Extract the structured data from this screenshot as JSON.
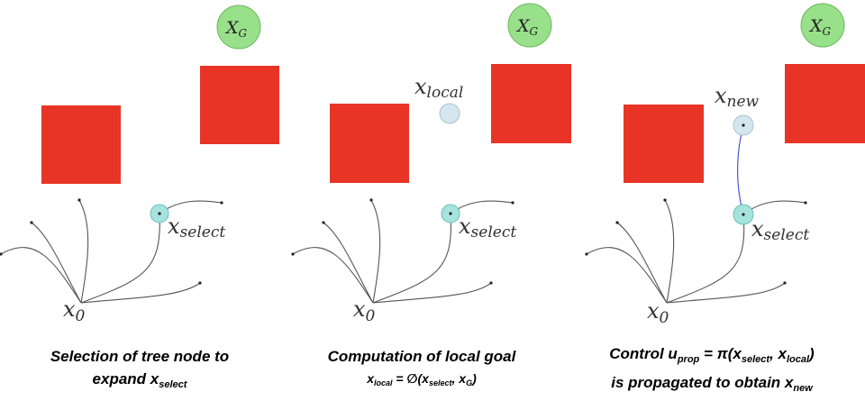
{
  "colors": {
    "obstacle": "#e83426",
    "goal": "#98e08a",
    "goal_stroke": "#6ab85c",
    "select_node": "#a7e3de",
    "select_stroke": "#66c0b8",
    "local_node": "#d4e6ee",
    "local_stroke": "#a9c3cf",
    "tree_edge": "#555555",
    "propagation_edge": "#4b55d6"
  },
  "panels": [
    {
      "goal_label": "X",
      "goal_sub": "G",
      "root_label": "x",
      "root_sub": "0",
      "select_label": "x",
      "select_sub": "select",
      "caption": {
        "line1": "Selection of tree node to",
        "line2_text": "expand x",
        "line2_sub": "select"
      }
    },
    {
      "goal_label": "X",
      "goal_sub": "G",
      "root_label": "x",
      "root_sub": "0",
      "select_label": "x",
      "select_sub": "select",
      "local_label": "x",
      "local_sub": "local",
      "caption": {
        "line1": "Computation of local goal",
        "eq_lhs": "x",
        "eq_lhs_sub": "local",
        "eq_mid": " = ∅(",
        "eq_a": "x",
        "eq_a_sub": "select",
        "eq_sep": ", ",
        "eq_b": "x",
        "eq_b_sub": "G",
        "eq_end": ")"
      }
    },
    {
      "goal_label": "X",
      "goal_sub": "G",
      "root_label": "x",
      "root_sub": "0",
      "select_label": "x",
      "select_sub": "select",
      "new_label": "x",
      "new_sub": "new",
      "caption": {
        "l1_a": "Control u",
        "l1_a_sub": "prop",
        "l1_b": " =  π(x",
        "l1_b_sub": "select",
        "l1_c": ", x",
        "l1_c_sub": "local",
        "l1_d": ")",
        "l2_a": "is propagated to obtain x",
        "l2_a_sub": "new"
      }
    }
  ]
}
